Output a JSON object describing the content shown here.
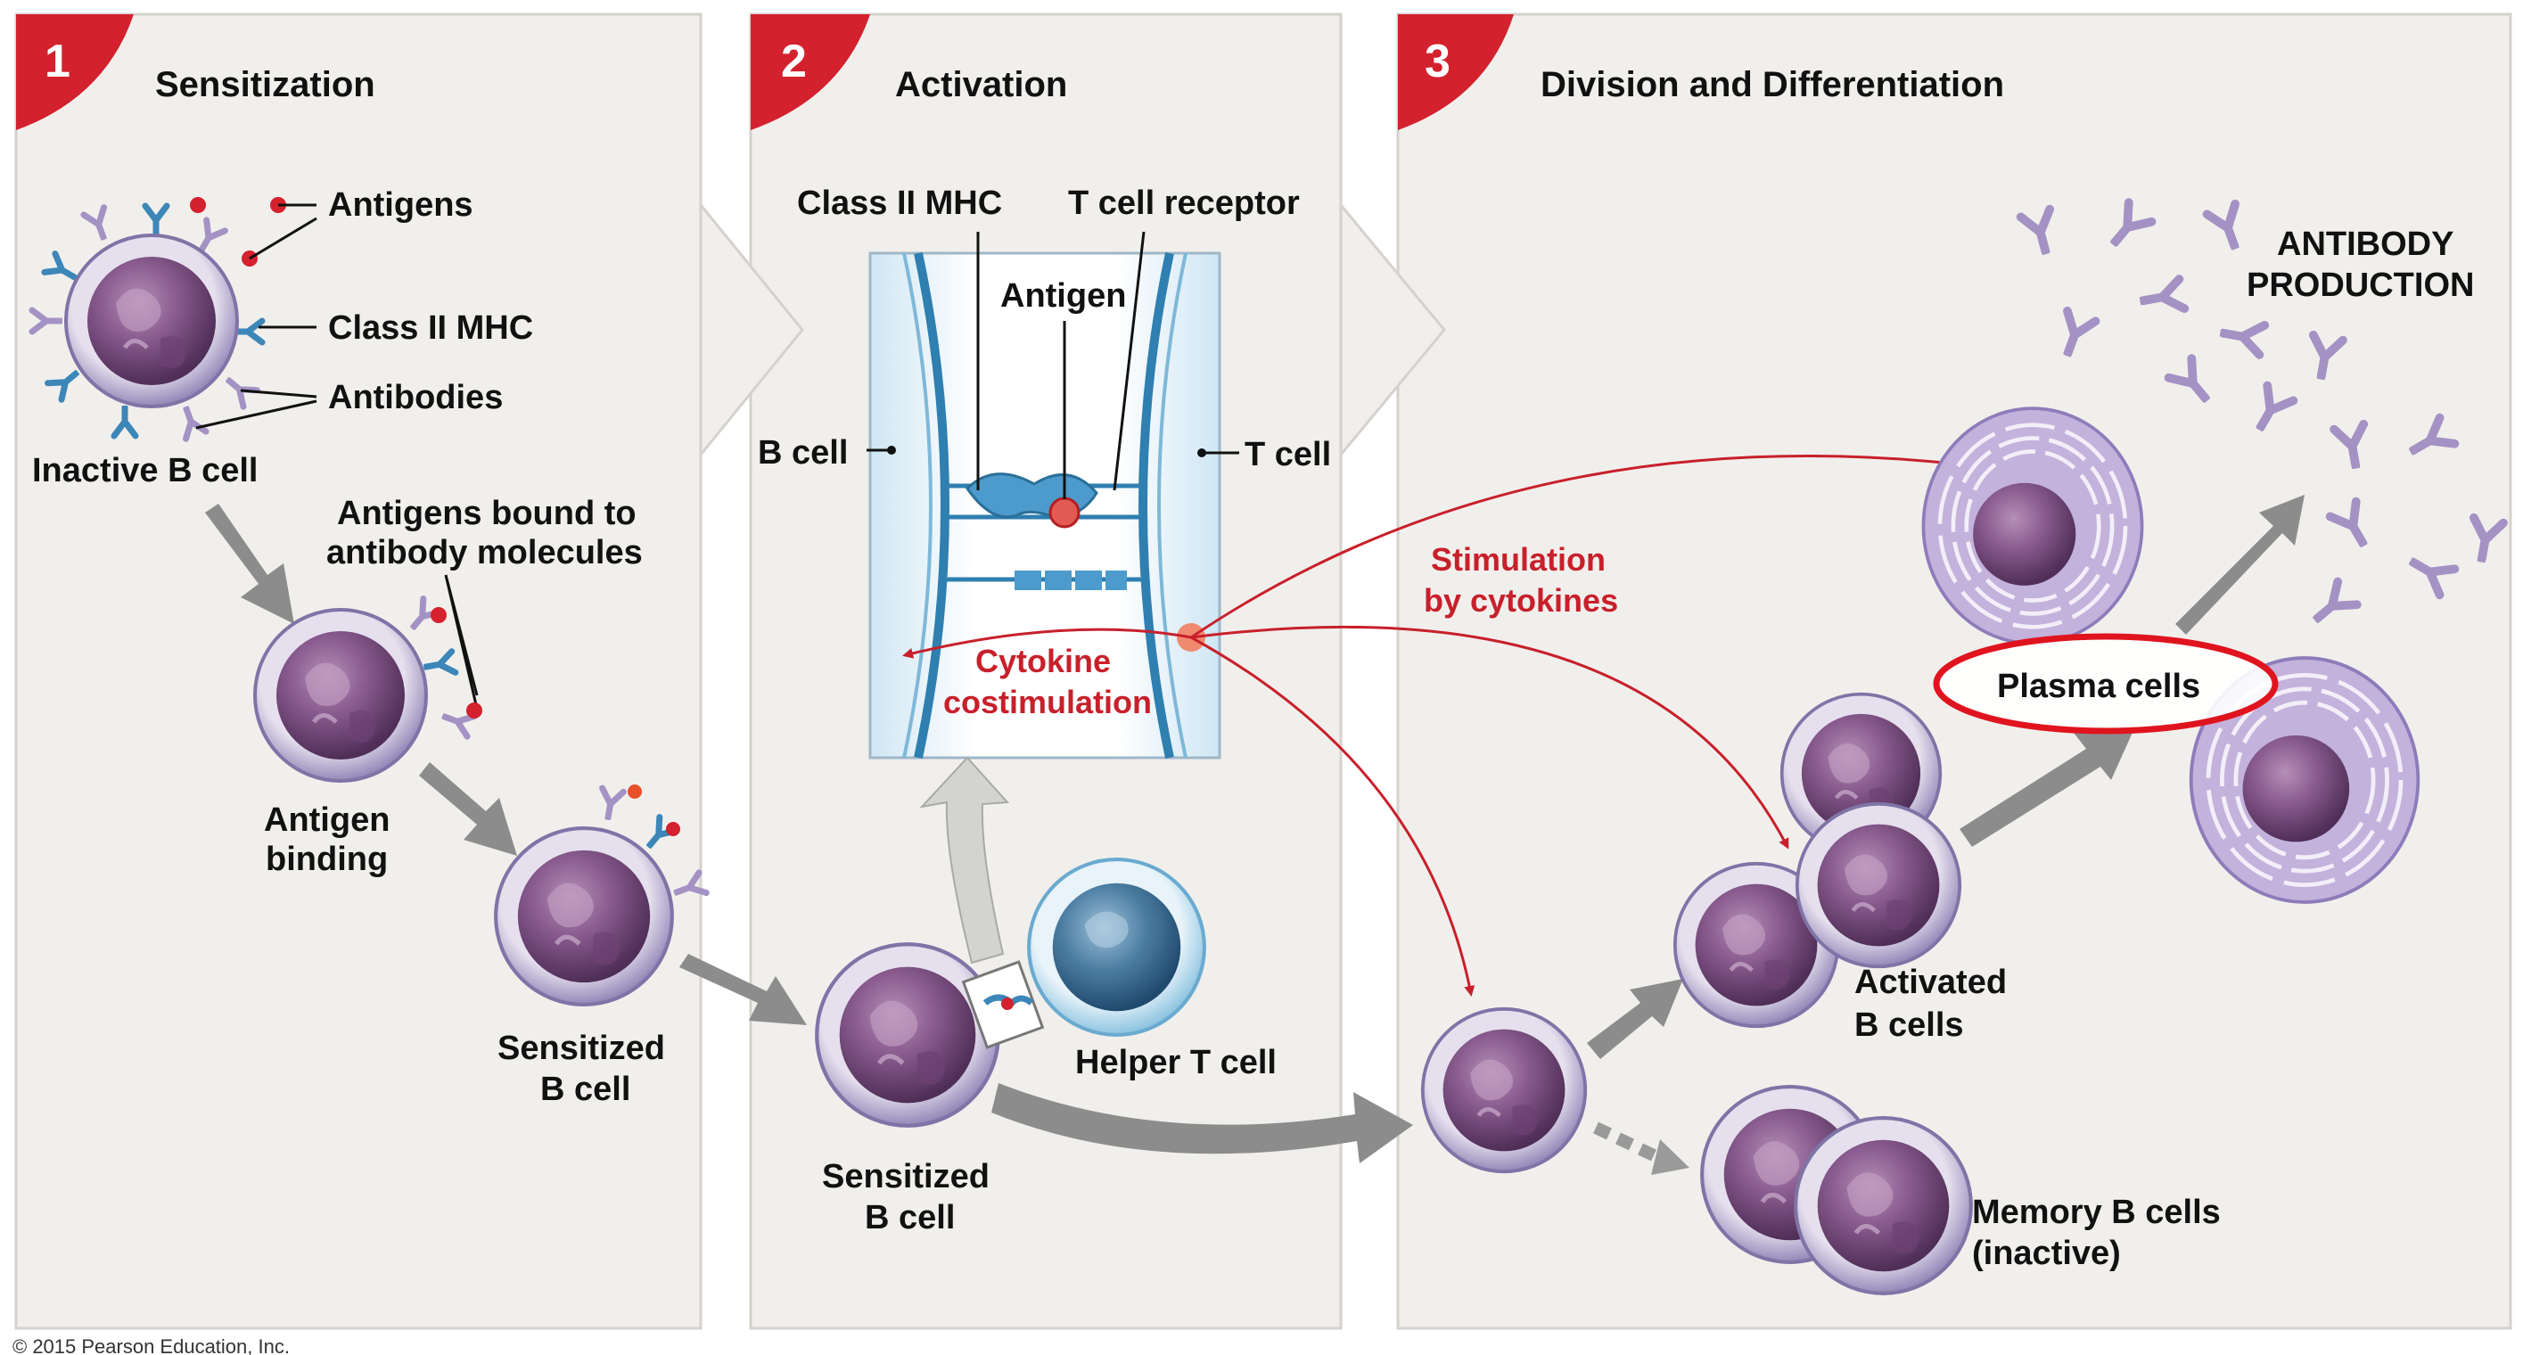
{
  "panels": [
    {
      "number": "1",
      "title": "Sensitization"
    },
    {
      "number": "2",
      "title": "Activation"
    },
    {
      "number": "3",
      "title": "Division and Differentiation"
    }
  ],
  "labels": {
    "antigens": "Antigens",
    "class_ii_mhc": "Class II MHC",
    "antibodies": "Antibodies",
    "inactive_b_cell": "Inactive B cell",
    "antigens_bound_1": "Antigens bound to",
    "antigens_bound_2": "antibody molecules",
    "antigen_binding_1": "Antigen",
    "antigen_binding_2": "binding",
    "sensitized_b_cell_1": "Sensitized",
    "sensitized_b_cell_2": "B cell",
    "inset_class_ii_mhc": "Class II MHC",
    "inset_t_cell_receptor": "T cell receptor",
    "inset_antigen": "Antigen",
    "inset_b_cell": "B cell",
    "inset_t_cell": "T cell",
    "cytokine_1": "Cytokine",
    "cytokine_2": "costimulation",
    "helper_t_cell": "Helper T cell",
    "stimulation_1": "Stimulation",
    "stimulation_2": "by cytokines",
    "antibody_production_1": "ANTIBODY",
    "antibody_production_2": "PRODUCTION",
    "plasma_cells": "Plasma cells",
    "activated_b_cells_1": "Activated",
    "activated_b_cells_2": "B cells",
    "memory_b_cells_1": "Memory B cells",
    "memory_b_cells_2": "(inactive)"
  },
  "copyright": "© 2015 Pearson Education, Inc.",
  "colors": {
    "panel_bg": "#f1efec",
    "badge_red": "#d3212d",
    "arrow_red": "#c8202b",
    "cell_purple": "#8b5f94",
    "antibody_lilac": "#a492c4",
    "receptor_blue": "#3d86b8",
    "highlight_ring": "#e0141e"
  }
}
